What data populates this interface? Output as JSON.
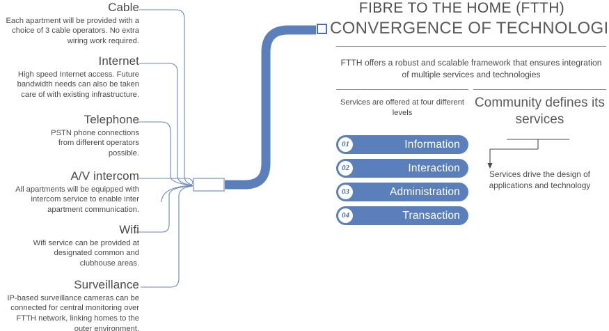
{
  "services": [
    {
      "id": "cable",
      "title": "Cable",
      "description": "Each apartment will be provided with a choice of 3 cable operators. No extra wiring work required."
    },
    {
      "id": "internet",
      "title": "Internet",
      "description": "High speed Internet access. Future bandwidth needs can also be taken care of with existing infrastructure."
    },
    {
      "id": "telephone",
      "title": "Telephone",
      "description": "PSTN phone connections from different operators possible."
    },
    {
      "id": "av-intercom",
      "title": "A/V intercom",
      "description": "All apartments will be equipped with intercom service to enable inter apartment communication."
    },
    {
      "id": "wifi",
      "title": "Wifi",
      "description": "Wifi service can be provided at designated common and clubhouse areas."
    },
    {
      "id": "surveillance",
      "title": "Surveillance",
      "description": "IP-based surveillance cameras can be connected for central monitoring over FTTH network, linking homes to the outer environment."
    }
  ],
  "panel": {
    "header_line1": "FIBRE TO THE HOME (FTTH)",
    "header_line2": "CONVERGENCE OF TECHNOLOGIES",
    "intro": "FTTH offers a robust and scalable framework that ensures integration of multiple services and technologies",
    "levels_caption": "Services are offered at four different levels",
    "levels": [
      {
        "number": "01",
        "label": "Information"
      },
      {
        "number": "02",
        "label": "Interaction"
      },
      {
        "number": "03",
        "label": "Administration"
      },
      {
        "number": "04",
        "label": "Transaction"
      }
    ],
    "community_title": "Community defines its services",
    "community_note": "Services drive the design of applications and technology"
  },
  "colors": {
    "cable_blue": "#5a7fba",
    "strand_blue": "#6a85bd",
    "accent_border": "#4a6fae",
    "text_gray": "#4a4a4a",
    "rule_gray": "#8a8a8a"
  }
}
